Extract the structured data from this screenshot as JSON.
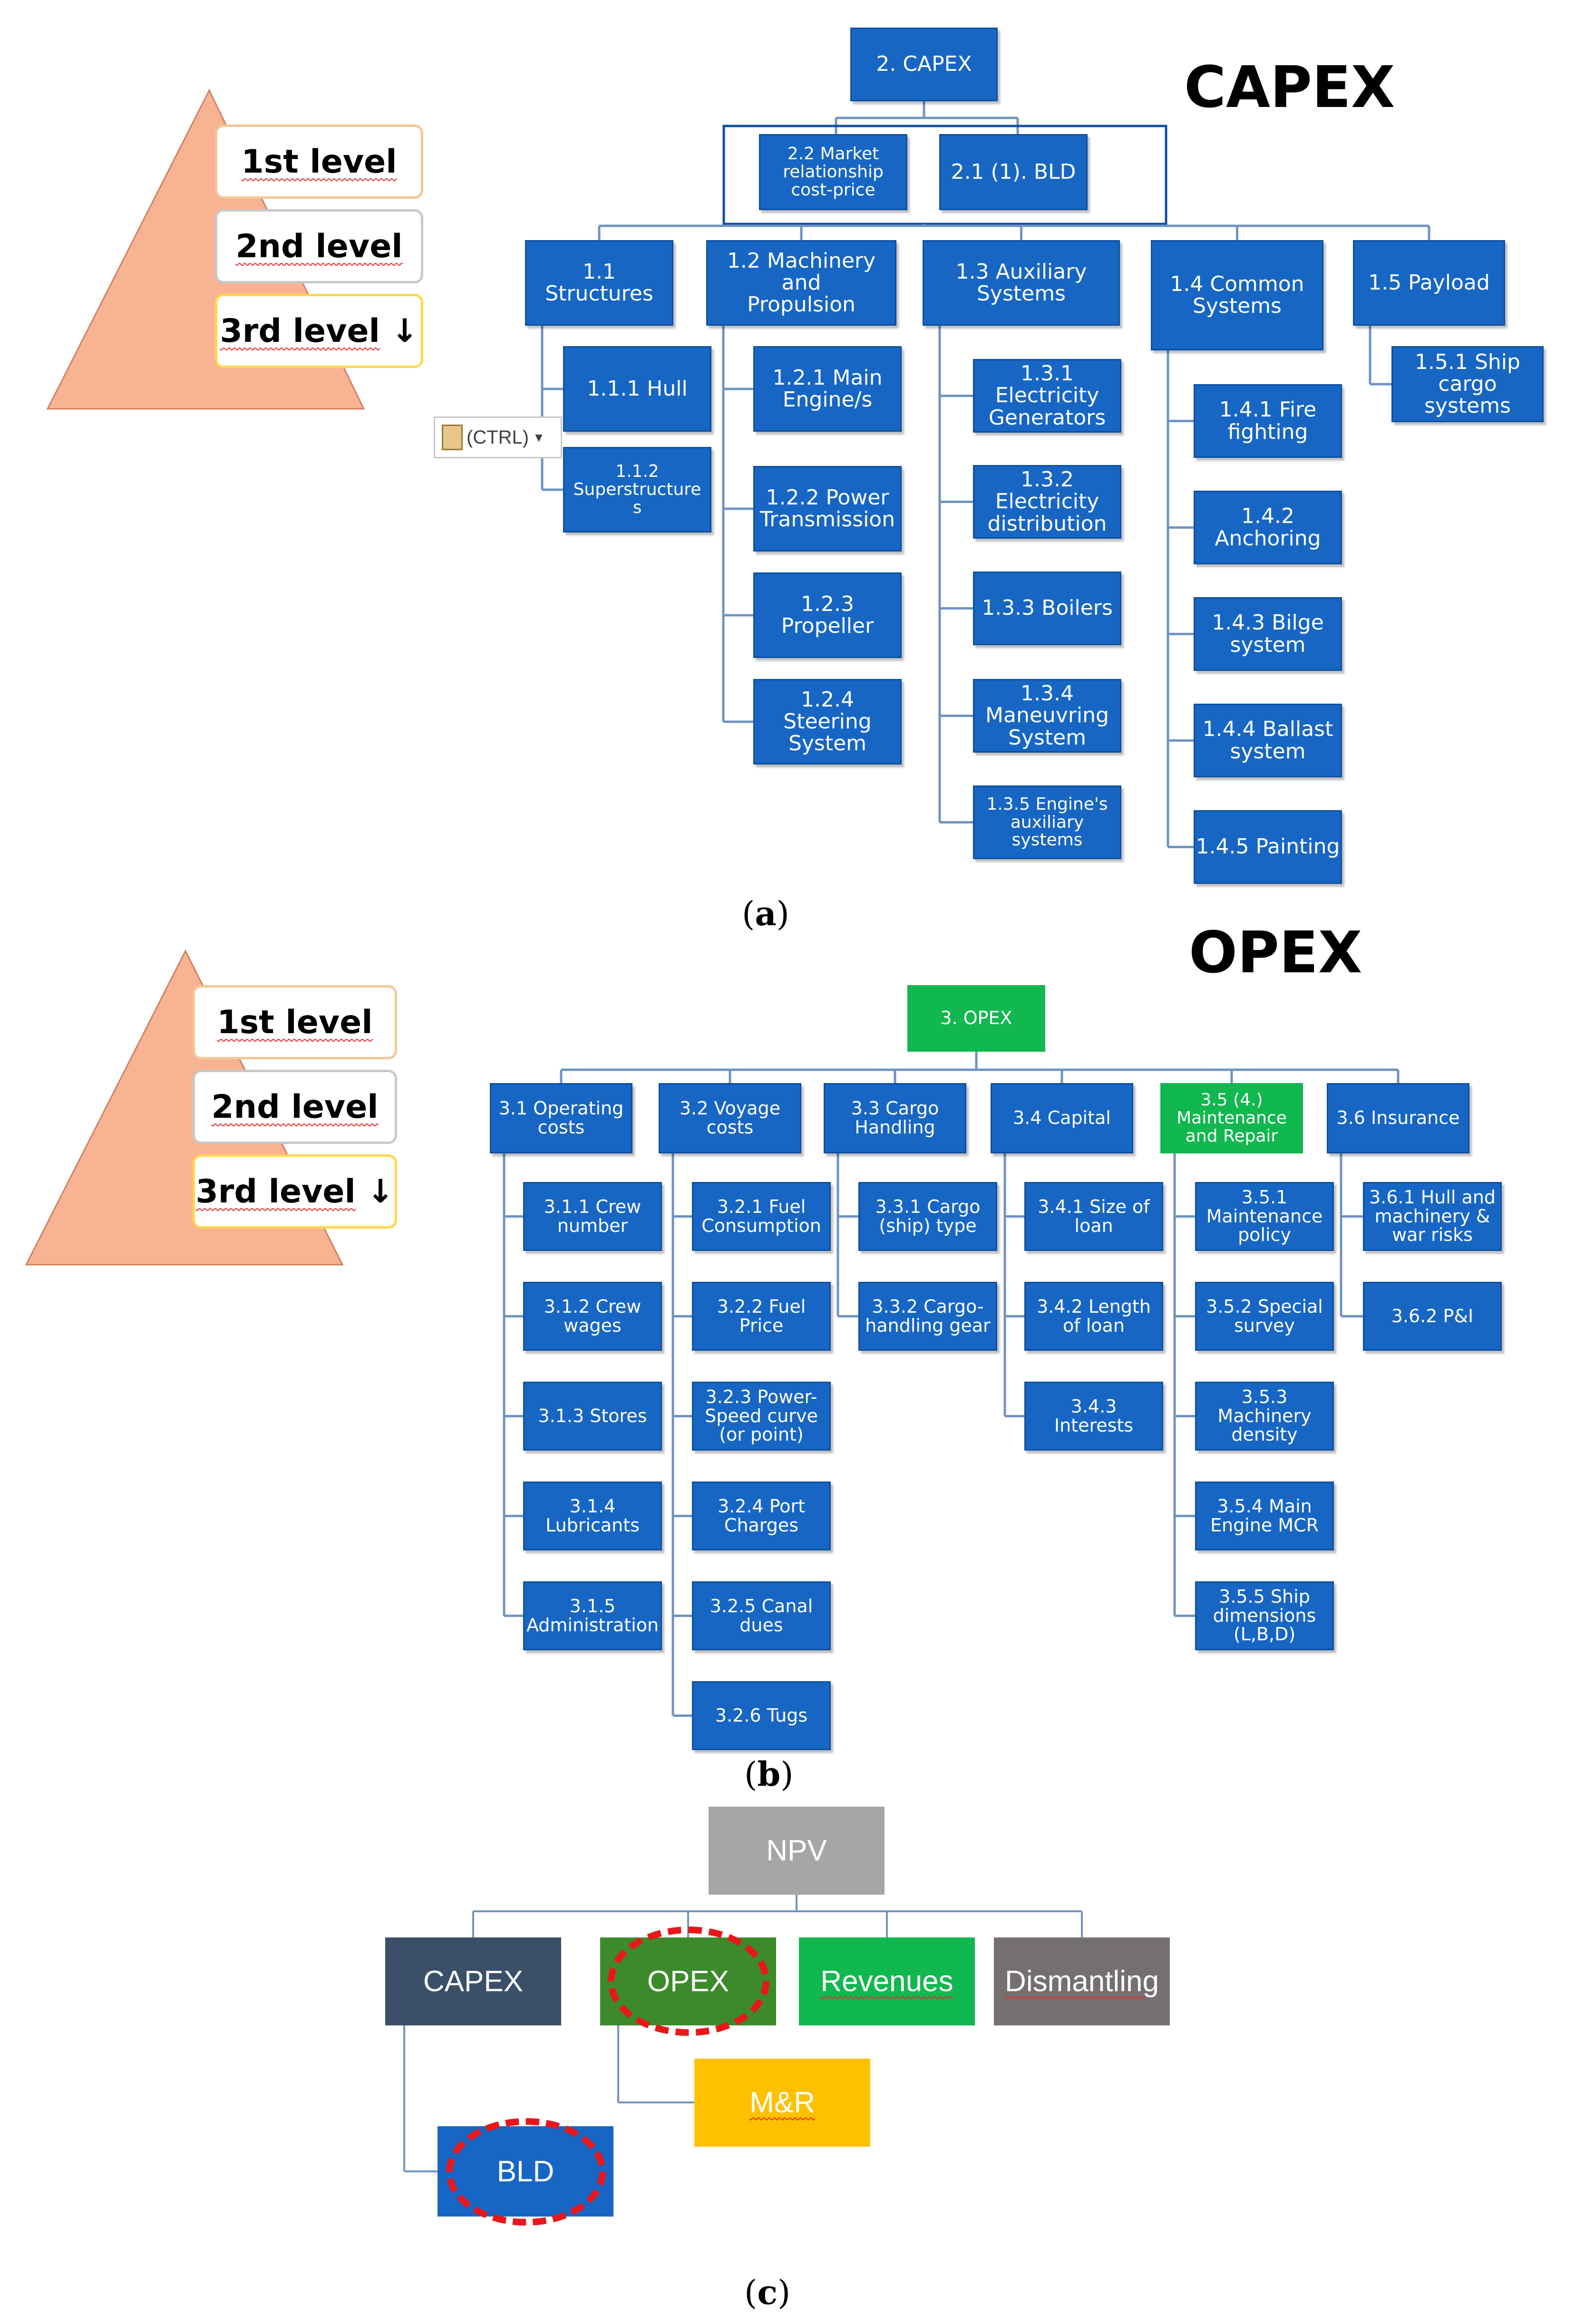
{
  "panel_a": {
    "title": "CAPEX",
    "caption_letter": "a",
    "levels": [
      "1st level",
      "2nd level",
      "3rd level"
    ],
    "ctrl_label": "(CTRL)",
    "root": "2. CAPEX",
    "second_row": [
      "2.2 Market\nrelationship\ncost-price",
      "2.1 (1). BLD"
    ],
    "groups": [
      {
        "label": "1.1\nStructures",
        "items": [
          "1.1.1 Hull",
          "1.1.2\nSuperstructure\ns"
        ]
      },
      {
        "label": "1.2 Machinery and\nPropulsion",
        "items": [
          "1.2.1 Main\nEngine/s",
          "1.2.2 Power\nTransmission",
          "1.2.3\nPropeller",
          "1.2.4\nSteering\nSystem"
        ]
      },
      {
        "label": "1.3 Auxiliary\nSystems",
        "items": [
          "1.3.1\nElectricity\nGenerators",
          "1.3.2\nElectricity\ndistribution",
          "1.3.3 Boilers",
          "1.3.4\nManeuvring\nSystem",
          "1.3.5 Engine's\nauxiliary\nsystems"
        ]
      },
      {
        "label": "1.4 Common\nSystems",
        "items": [
          "1.4.1 Fire\nfighting",
          "1.4.2\nAnchoring",
          "1.4.3 Bilge\nsystem",
          "1.4.4 Ballast\nsystem",
          "1.4.5 Painting"
        ]
      },
      {
        "label": "1.5 Payload",
        "items": [
          "1.5.1 Ship\ncargo\nsystems"
        ]
      }
    ]
  },
  "panel_b": {
    "title": "OPEX",
    "caption_letter": "b",
    "levels": [
      "1st level",
      "2nd level",
      "3rd level"
    ],
    "root": "3. OPEX",
    "groups": [
      {
        "label": "3.1 Operating\ncosts",
        "items": [
          "3.1.1 Crew\nnumber",
          "3.1.2 Crew\nwages",
          "3.1.3 Stores",
          "3.1.4\nLubricants",
          "3.1.5\nAdministration"
        ]
      },
      {
        "label": "3.2 Voyage\ncosts",
        "items": [
          "3.2.1 Fuel\nConsumption",
          "3.2.2 Fuel\nPrice",
          "3.2.3 Power-\nSpeed curve\n(or point)",
          "3.2.4 Port\nCharges",
          "3.2.5 Canal\ndues",
          "3.2.6 Tugs"
        ]
      },
      {
        "label": "3.3 Cargo\nHandling",
        "items": [
          "3.3.1 Cargo\n(ship) type",
          "3.3.2 Cargo-\nhandling gear"
        ]
      },
      {
        "label": "3.4 Capital",
        "items": [
          "3.4.1 Size of\nloan",
          "3.4.2 Length\nof loan",
          "3.4.3\nInterests"
        ]
      },
      {
        "label": "3.5 (4.)\nMaintenance\nand Repair",
        "items": [
          "3.5.1\nMaintenance\npolicy",
          "3.5.2 Special\nsurvey",
          "3.5.3\nMachinery\ndensity",
          "3.5.4 Main\nEngine MCR",
          "3.5.5 Ship\ndimensions\n(L,B,D)"
        ]
      },
      {
        "label": "3.6 Insurance",
        "items": [
          "3.6.1 Hull and\nmachinery &\nwar risks",
          "3.6.2 P&I"
        ]
      }
    ]
  },
  "panel_c": {
    "caption_letter": "c",
    "root": "NPV",
    "children": [
      "CAPEX",
      "OPEX",
      "Revenues",
      "Dismantling"
    ],
    "mr": "M&R",
    "bld": "BLD",
    "colors": {
      "npv": "#a6a6a6",
      "capex": "#3b4f69",
      "opex": "#3d8a2c",
      "revenues": "#11b74f",
      "dismantling": "#757070",
      "mr": "#ffc000",
      "bld": "#1766c4",
      "highlight": "#e8171b"
    }
  }
}
